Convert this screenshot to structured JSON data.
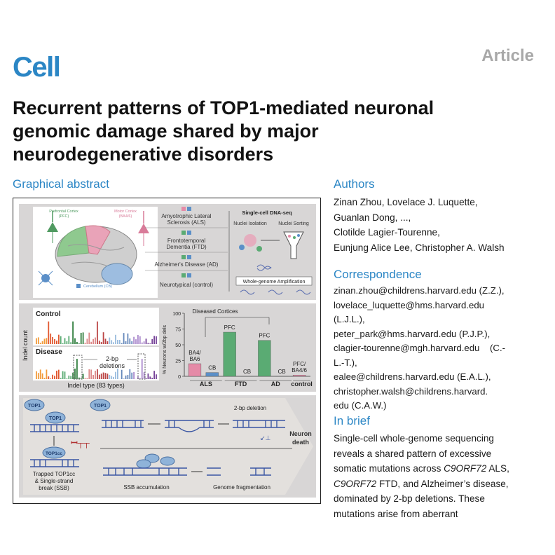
{
  "header": {
    "journal": "Cell",
    "article_type": "Article"
  },
  "title_lines": [
    "Recurrent patterns of TOP1-mediated neuronal",
    "genomic damage shared by major",
    "neurodegenerative disorders"
  ],
  "graphical_abstract": {
    "heading": "Graphical abstract",
    "panel1": {
      "pfc_label": [
        "Prefrontal Cortex",
        "(PFC)"
      ],
      "motor_label": [
        "Motor Cortex",
        "(BA4/6)"
      ],
      "cb_label": "Cerebellum (CB)",
      "diseases": [
        [
          "Amyotrophic Lateral",
          "Sclerosis (ALS)"
        ],
        [
          "Frontotemporal",
          "Dementia (FTD)"
        ],
        [
          "Alzheimer's Disease (AD)"
        ],
        [
          "Neurotypical (control)"
        ]
      ],
      "sc_title": "Single-cell DNA-seq",
      "nuclei_isolation": "Nuclei Isolation",
      "nuclei_sorting": "Nuclei Sorting",
      "wga": "Whole-genome Amplification",
      "colors": {
        "pink": "#e58aa7",
        "blue": "#5b8fc8",
        "green": "#5aab73",
        "grey": "#9a9a9a"
      }
    },
    "panel2": {
      "ylabel": "Indel count",
      "control_label": "Control",
      "disease_label": "Disease",
      "deletions_label": [
        "2-bp",
        "deletions"
      ],
      "xlabel": "Indel type (83 types)"
    },
    "panel3": {
      "label_top1": "TOP1",
      "label_top1cc": "TOP1cc",
      "trapped_label": [
        "Trapped TOP1cc",
        "& Single-strand",
        "break (SSB)"
      ],
      "deletion_label": "2-bp deletion",
      "ssb_label": "SSB accumulation",
      "frag_label": "Genome fragmentation",
      "death_label": [
        "Neuron",
        "death"
      ]
    }
  },
  "chart_data": {
    "type": "bar",
    "title": "",
    "ylabel": "% Neurons w/2bp dels",
    "ylim": [
      0,
      100
    ],
    "yticks": [
      "0",
      "25",
      "50",
      "75",
      "100"
    ],
    "annotation": "Diseased Cortices",
    "groups": [
      "ALS",
      "FTD",
      "AD",
      "control"
    ],
    "bar_labels": [
      "BA4/ BA6",
      "CB",
      "PFC",
      "CB",
      "PFC",
      "CB",
      "PFC/ BA4/6"
    ],
    "categories": [
      "ALS BA4/BA6",
      "ALS CB",
      "FTD PFC",
      "FTD CB",
      "AD PFC",
      "AD CB",
      "control PFC/BA4/6"
    ],
    "values": [
      20,
      6,
      70,
      0,
      57,
      0,
      2
    ],
    "colors": [
      "#e58aa7",
      "#5b8fc8",
      "#5aab73",
      "#5aab73",
      "#5aab73",
      "#5aab73",
      "#e58aa7"
    ]
  },
  "authors": {
    "heading": "Authors",
    "lines": [
      "Zinan Zhou, Lovelace J. Luquette,",
      "Guanlan Dong, ...,",
      "Clotilde Lagier-Tourenne,",
      "Eunjung Alice Lee, Christopher A. Walsh"
    ]
  },
  "correspondence": {
    "heading": "Correspondence",
    "lines": [
      "zinan.zhou@childrens.harvard.edu (Z.Z.),",
      "lovelace_luquette@hms.harvard.edu",
      "(L.J.L.),",
      "peter_park@hms.harvard.edu (P.J.P.),",
      "clagier-tourenne@mgh.harvard.edu    (C.-",
      "L.-T.),",
      "ealee@childrens.harvard.edu (E.A.L.),",
      "christopher.walsh@childrens.harvard.",
      "edu (C.A.W.)"
    ]
  },
  "in_brief": {
    "heading": "In brief",
    "line1": "Single-cell whole-genome sequencing",
    "line2": "reveals a shared pattern of excessive",
    "line3_pre": "somatic mutations across ",
    "line3_em": "C9ORF72",
    "line3_post": " ALS,",
    "line4_em": "C9ORF72",
    "line4_post": " FTD, and Alzheimer’s disease,",
    "line5": "dominated by 2-bp deletions. These",
    "line6": "mutations arise from aberrant"
  }
}
